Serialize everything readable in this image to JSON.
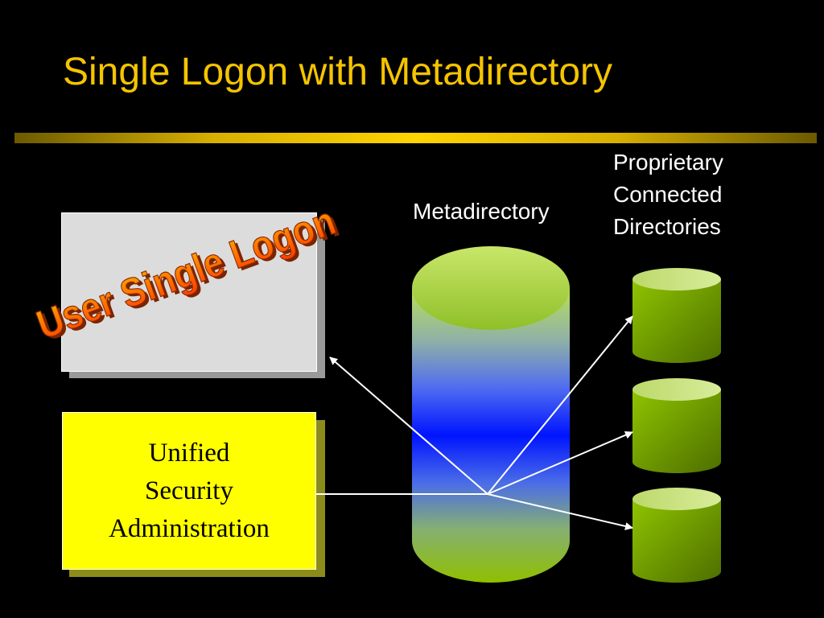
{
  "slide": {
    "title": "Single Logon with Metadirectory"
  },
  "labels": {
    "metadirectory": "Metadirectory",
    "proprietary_lines": [
      "Proprietary",
      "Connected",
      "Directories"
    ]
  },
  "wordart": {
    "text": "User Single Logon"
  },
  "admin_box": {
    "lines": [
      "Unified",
      "Security",
      "Administration"
    ]
  },
  "colors": {
    "title": "#f5c400",
    "background": "#000000",
    "admin_box": "#ffff00",
    "wordart_fill": "#ff6a00",
    "cylinder_green": "#7aa400",
    "cylinder_blue": "#0018ff"
  }
}
